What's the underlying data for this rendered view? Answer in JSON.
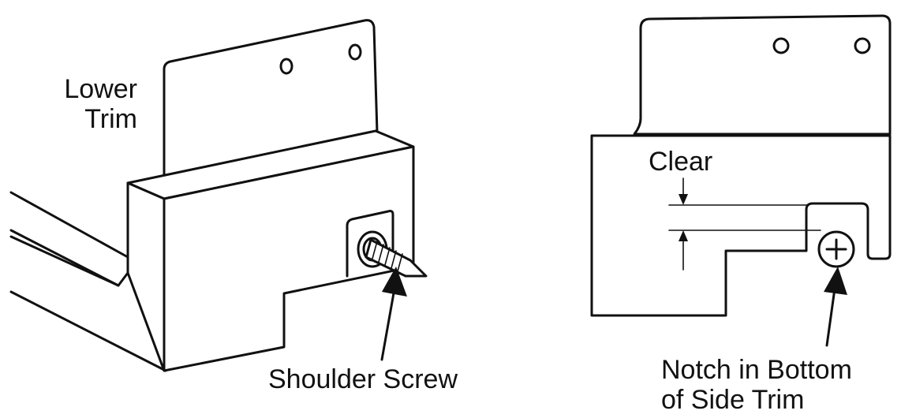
{
  "labels": {
    "lower_trim_line1": "Lower",
    "lower_trim_line2": "Trim",
    "shoulder_screw": "Shoulder Screw",
    "clear": "Clear",
    "notch_line1": "Notch in Bottom",
    "notch_line2": "of Side Trim"
  },
  "colors": {
    "stroke": "#111111",
    "background": "#ffffff"
  }
}
